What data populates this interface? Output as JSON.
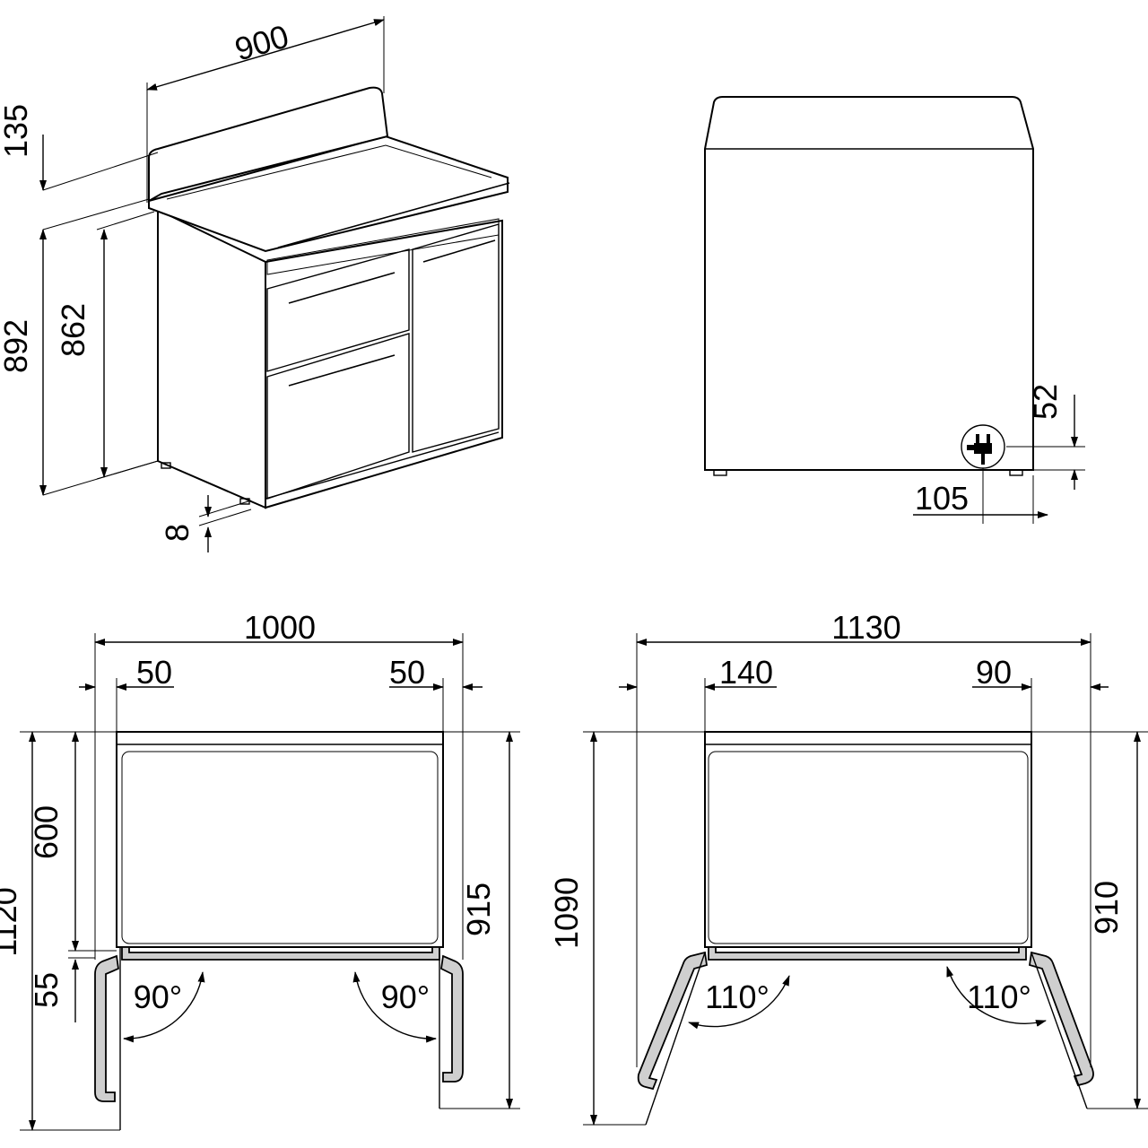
{
  "perspective_view": {
    "width": "900",
    "backguard_height": "135",
    "total_height": "892",
    "body_height": "862",
    "foot_height": "8"
  },
  "side_view": {
    "plug_height": "52",
    "plug_offset": "105",
    "plug_icon": "power-plug-icon"
  },
  "plan_view_left": {
    "total_width": "1000",
    "left_clearance": "50",
    "right_clearance": "50",
    "total_depth": "1120",
    "body_depth": "600",
    "door_offset": "55",
    "depth_with_doors": "915",
    "left_door_angle": "90°",
    "right_door_angle": "90°"
  },
  "plan_view_right": {
    "total_width": "1130",
    "left_clearance": "140",
    "right_clearance": "90",
    "total_depth": "1090",
    "depth_with_doors": "910",
    "left_door_angle": "110°",
    "right_door_angle": "110°"
  }
}
